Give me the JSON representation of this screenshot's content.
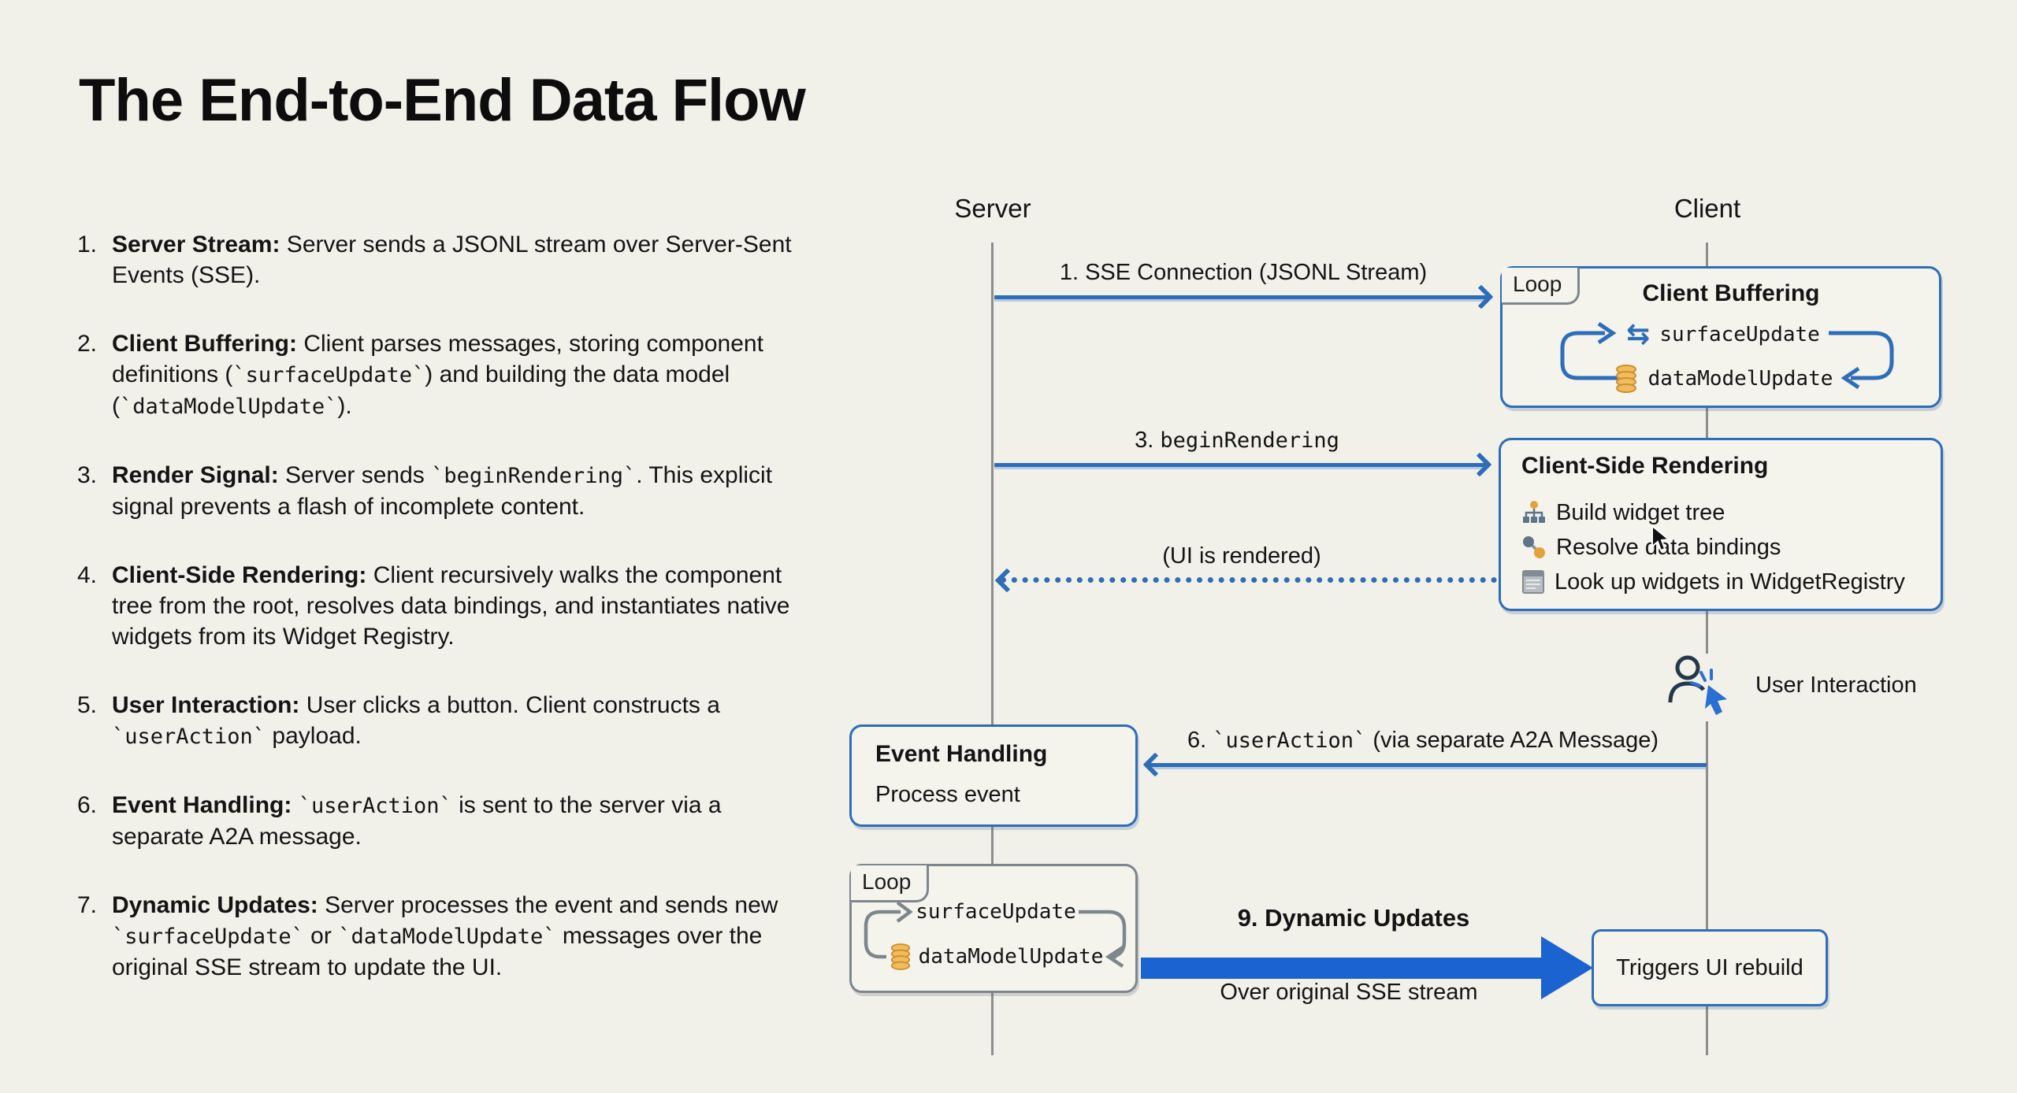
{
  "title": "The End-to-End Data Flow",
  "colors": {
    "background": "#f1f0e9",
    "arrow_blue": "#2e6db8",
    "thick_arrow_blue": "#1c63d2",
    "loop_gray": "#7d868c",
    "database_orange": "#e2a33c",
    "slate": "#5f7488",
    "text": "#141414"
  },
  "steps": [
    {
      "num": "1.",
      "parts": [
        {
          "b": "Server Stream:"
        },
        {
          "t": " Server sends a JSONL stream over Server-Sent Events (SSE)."
        }
      ]
    },
    {
      "num": "2.",
      "parts": [
        {
          "b": "Client Buffering:"
        },
        {
          "t": " Client parses messages, storing component definitions ("
        },
        {
          "c": "`surfaceUpdate`"
        },
        {
          "t": ") and building the data model ("
        },
        {
          "c": "`dataModelUpdate`"
        },
        {
          "t": ")."
        }
      ]
    },
    {
      "num": "3.",
      "parts": [
        {
          "b": "Render Signal:"
        },
        {
          "t": " Server sends "
        },
        {
          "c": "`beginRendering`"
        },
        {
          "t": ". This explicit signal prevents a flash of incomplete content."
        }
      ]
    },
    {
      "num": "4.",
      "parts": [
        {
          "b": "Client-Side Rendering:"
        },
        {
          "t": " Client recursively walks the component tree from the root, resolves data bindings, and instantiates native widgets from its Widget Registry."
        }
      ]
    },
    {
      "num": "5.",
      "parts": [
        {
          "b": "User Interaction:"
        },
        {
          "t": " User clicks a button. Client constructs a "
        },
        {
          "c": "`userAction`"
        },
        {
          "t": " payload."
        }
      ]
    },
    {
      "num": "6.",
      "parts": [
        {
          "b": "Event Handling:"
        },
        {
          "t": " "
        },
        {
          "c": "`userAction`"
        },
        {
          "t": " is sent to the server via a separate A2A message."
        }
      ]
    },
    {
      "num": "7.",
      "parts": [
        {
          "b": "Dynamic Updates:"
        },
        {
          "t": " Server processes the event and sends new "
        },
        {
          "c": "`surfaceUpdate`"
        },
        {
          "t": " or "
        },
        {
          "c": "`dataModelUpdate`"
        },
        {
          "t": " messages over the original SSE stream to update the UI."
        }
      ]
    }
  ],
  "diagram": {
    "server_label": "Server",
    "client_label": "Client",
    "arrow1_label": "1. SSE Connection (JSONL Stream)",
    "buffer_box": {
      "loop_label": "Loop",
      "title": "Client Buffering",
      "row1": "surfaceUpdate",
      "row2": "dataModelUpdate",
      "swap_icon_glyph": "⇆"
    },
    "arrow3_parts": [
      {
        "t": "3. "
      },
      {
        "c": "beginRendering"
      }
    ],
    "render_box": {
      "title": "Client-Side Rendering",
      "items": [
        "Build widget tree",
        "Resolve data bindings",
        "Look up widgets in WidgetRegistry"
      ]
    },
    "ui_rendered_label": "(UI is rendered)",
    "user_interaction_label": "User Interaction",
    "arrow6_parts": [
      {
        "t": "6. "
      },
      {
        "c": "`userAction`"
      },
      {
        "t": " (via separate A2A Message)"
      }
    ],
    "event_box": {
      "title": "Event Handling",
      "subtitle": "Process event"
    },
    "loop_box": {
      "loop_label": "Loop",
      "row1": "surfaceUpdate",
      "row2": "dataModelUpdate"
    },
    "arrow9": {
      "title_parts": [
        {
          "b": "9. Dynamic Updates"
        }
      ],
      "subtitle": "Over original SSE stream"
    },
    "rebuild_box_label": "Triggers UI rebuild"
  }
}
